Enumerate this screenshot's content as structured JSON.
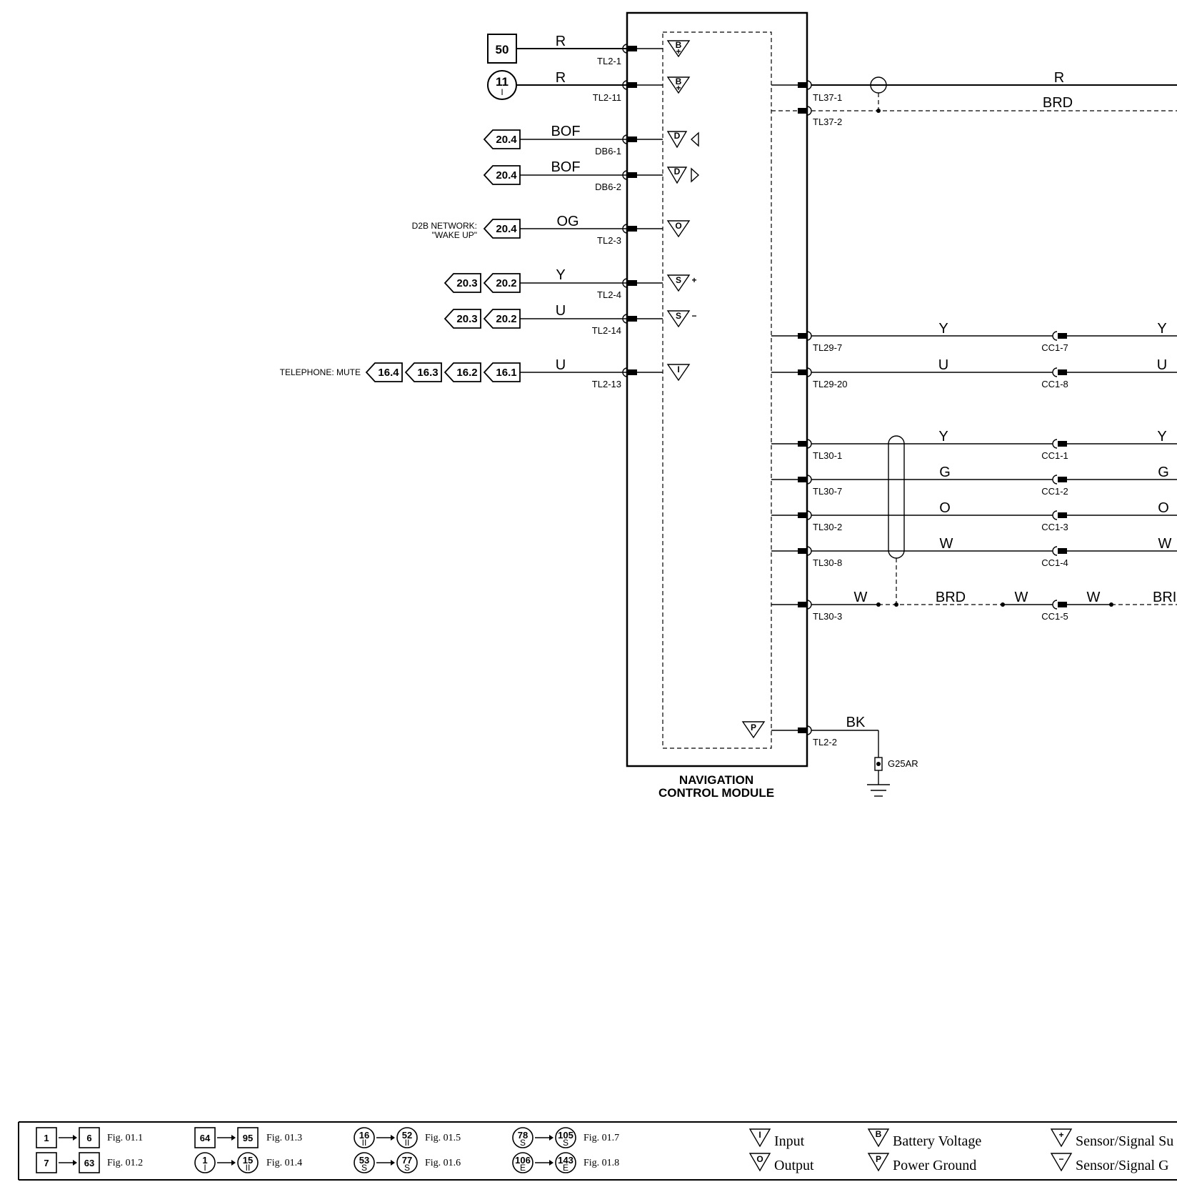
{
  "module": {
    "title_line1": "NAVIGATION",
    "title_line2": "CONTROL MODULE"
  },
  "left_inputs": [
    {
      "pin": "TL2-1",
      "color": "R",
      "ref_box": "50"
    },
    {
      "pin": "TL2-11",
      "color": "R",
      "ref_circle": "11",
      "ref_circle_sub": "I"
    },
    {
      "pin": "DB6-1",
      "color": "BOF",
      "refs": [
        "20.4"
      ]
    },
    {
      "pin": "DB6-2",
      "color": "BOF",
      "refs": [
        "20.4"
      ]
    },
    {
      "pin": "TL2-3",
      "color": "OG",
      "refs": [
        "20.4"
      ],
      "note_line1": "D2B NETWORK:",
      "note_line2": "\"WAKE UP\""
    },
    {
      "pin": "TL2-4",
      "color": "Y",
      "refs": [
        "20.3",
        "20.2"
      ]
    },
    {
      "pin": "TL2-14",
      "color": "U",
      "refs": [
        "20.3",
        "20.2"
      ]
    },
    {
      "pin": "TL2-13",
      "color": "U",
      "refs": [
        "16.4",
        "16.3",
        "16.2",
        "16.1"
      ],
      "note": "TELEPHONE: MUTE"
    }
  ],
  "right_outputs": {
    "tl37_1": {
      "pin": "TL37-1",
      "color": "R"
    },
    "tl37_2": {
      "pin": "TL37-2",
      "color": "BRD"
    },
    "tl29": [
      {
        "pin": "TL29-7",
        "color": "Y",
        "cc": "CC1-7",
        "color_after": "Y"
      },
      {
        "pin": "TL29-20",
        "color": "U",
        "cc": "CC1-8",
        "color_after": "U"
      }
    ],
    "tl30": [
      {
        "pin": "TL30-1",
        "color": "Y",
        "cc": "CC1-1",
        "color_after": "Y"
      },
      {
        "pin": "TL30-7",
        "color": "G",
        "cc": "CC1-2",
        "color_after": "G"
      },
      {
        "pin": "TL30-2",
        "color": "O",
        "cc": "CC1-3",
        "color_after": "O"
      },
      {
        "pin": "TL30-8",
        "color": "W",
        "cc": "CC1-4",
        "color_after": "W"
      }
    ],
    "tl30_3": {
      "pin": "TL30-3",
      "cc": "CC1-5",
      "c1": "W",
      "c2": "BRD",
      "c3": "W",
      "c4": "W",
      "c5": "BRI"
    },
    "ground": {
      "pin": "TL2-2",
      "color": "BK",
      "ground": "G25AR"
    }
  },
  "symbols": {
    "b_plus": "B",
    "d_sym": "D",
    "o_sym": "O",
    "s_sym": "S",
    "i_sym": "I",
    "p_sym": "P",
    "plus": "+",
    "minus": "−"
  },
  "legend": {
    "fig1": {
      "from": "1",
      "to": "6",
      "fig": "Fig. 01.1"
    },
    "fig2": {
      "from": "7",
      "to": "63",
      "fig": "Fig. 01.2"
    },
    "fig3": {
      "from": "64",
      "to": "95",
      "fig": "Fig. 01.3"
    },
    "fig4": {
      "from": "1",
      "from_sub": "I",
      "to": "15",
      "to_sub": "II",
      "fig": "Fig. 01.4"
    },
    "fig5": {
      "from": "16",
      "from_sub": "II",
      "to": "52",
      "to_sub": "II",
      "fig": "Fig. 01.5"
    },
    "fig6": {
      "from": "53",
      "from_sub": "S",
      "to": "77",
      "to_sub": "S",
      "fig": "Fig. 01.6"
    },
    "fig7": {
      "from": "78",
      "from_sub": "S",
      "to": "105",
      "to_sub": "S",
      "fig": "Fig. 01.7"
    },
    "fig8": {
      "from": "106",
      "from_sub": "E",
      "to": "143",
      "to_sub": "E",
      "fig": "Fig. 01.8"
    },
    "input": "Input",
    "output": "Output",
    "battery_voltage": "Battery Voltage",
    "power_ground": "Power Ground",
    "sensor_supply": "Sensor/Signal Su",
    "sensor_ground": "Sensor/Signal G"
  }
}
